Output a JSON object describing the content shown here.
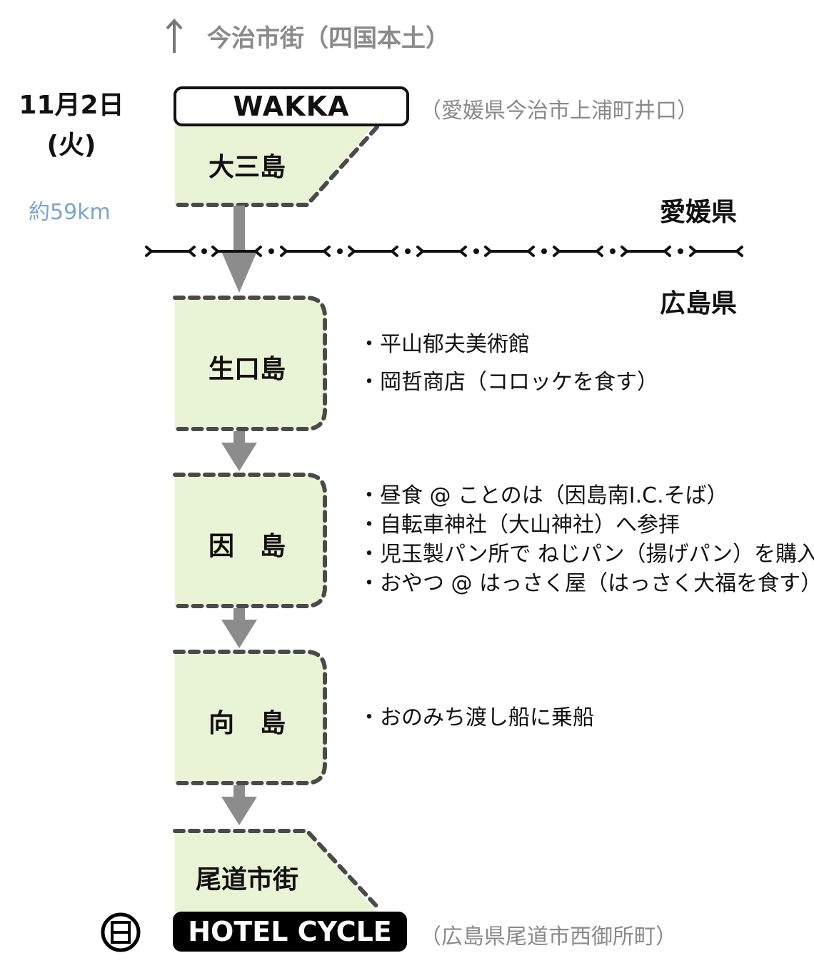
{
  "north": {
    "label": "今治市街（四国本土）",
    "icon": "up-arrow-icon"
  },
  "date": {
    "line1": "11月2日",
    "line2": "(火)"
  },
  "distance": "約59km",
  "start": {
    "name": "WAKKA",
    "address": "（愛媛県今治市上浦町井口）"
  },
  "end": {
    "name": "HOTEL CYCLE",
    "address": "（広島県尾道市西御所町）",
    "icon": "hotel-icon"
  },
  "prefectures": {
    "upper": "愛媛県",
    "lower": "広島県"
  },
  "islands": [
    {
      "name": "大三島",
      "notes": []
    },
    {
      "name": "生口島",
      "notes": [
        "・平山郁夫美術館",
        "・岡哲商店（コロッケを食す）"
      ]
    },
    {
      "name": "因　島",
      "notes": [
        "・昼食 @ ことのは（因島南I.C.そば）",
        "・自転車神社（大山神社）へ参拝",
        "・児玉製パン所で ねじパン（揚げパン）を購入",
        "・おやつ @ はっさく屋（はっさく大福を食す）"
      ]
    },
    {
      "name": "向　島",
      "notes": [
        "・おのみち渡し船に乗船"
      ]
    },
    {
      "name": "尾道市街",
      "notes": []
    }
  ],
  "colors": {
    "island_fill": "#e9f3d6",
    "dash": "#4a4a4a",
    "arrow": "#8c8c8c",
    "distance": "#7aa4d0"
  }
}
